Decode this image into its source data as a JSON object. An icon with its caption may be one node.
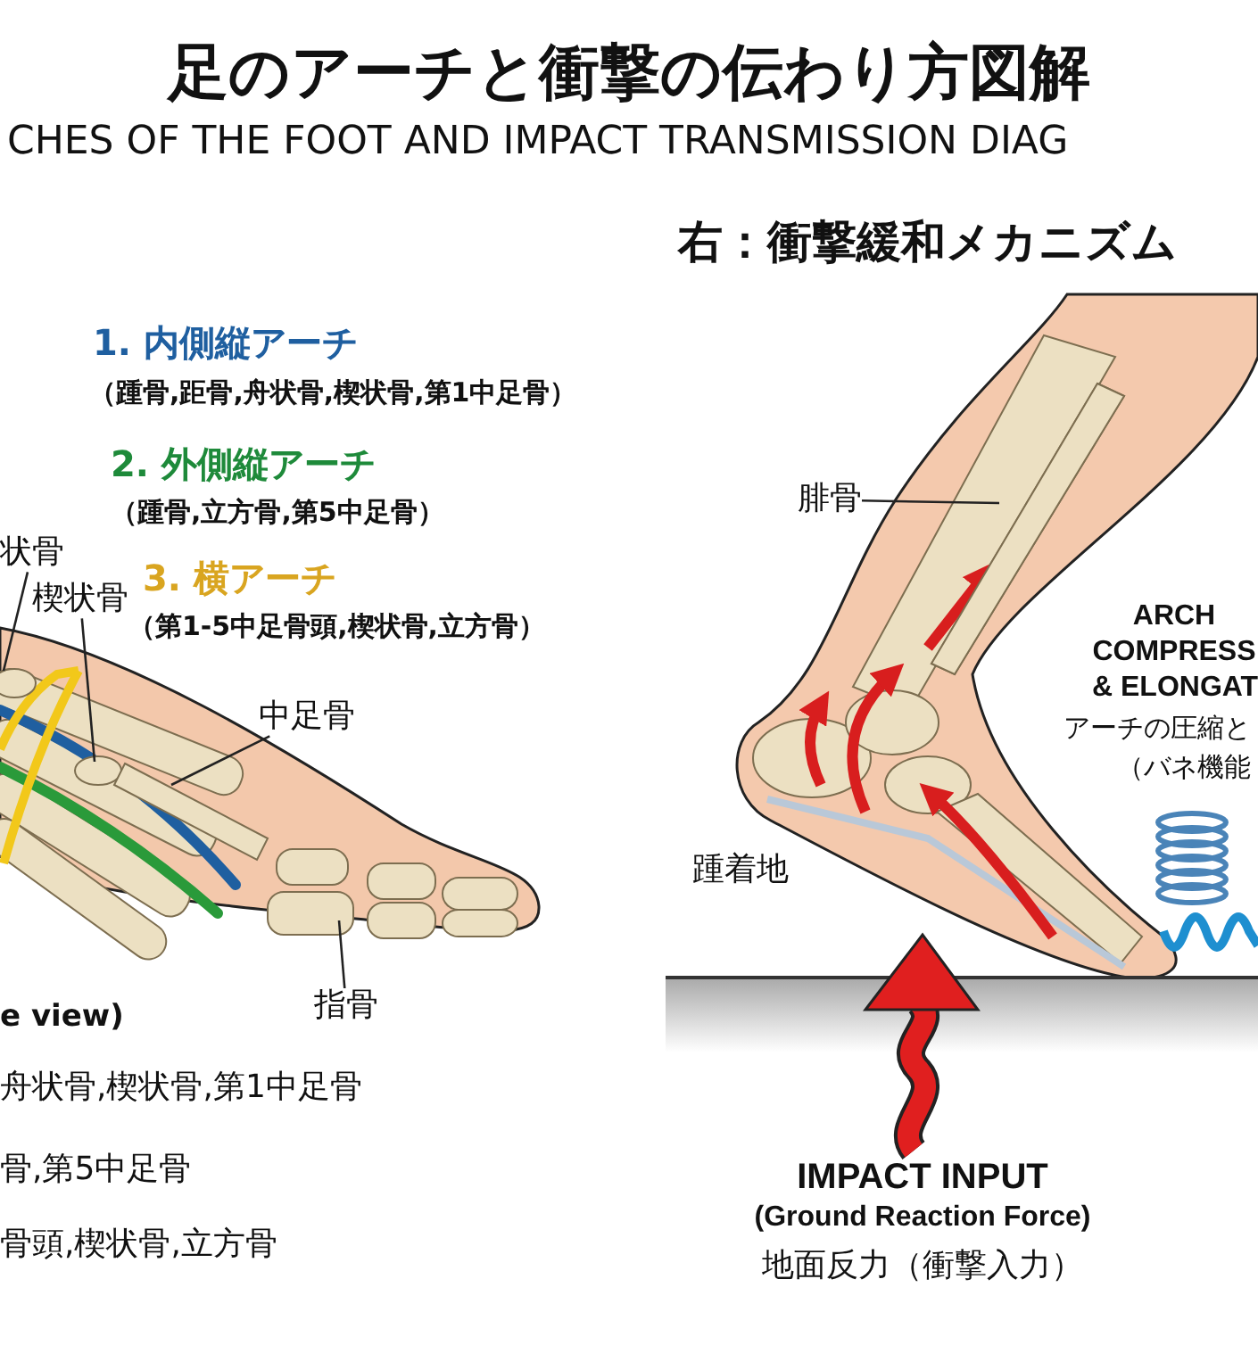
{
  "diagram": {
    "title": "足のアーチと衝撃の伝わり方図解",
    "nodes": [
      {
        "text": [
          "状骨"
        ]
      },
      {
        "text": [
          "楔状骨"
        ]
      },
      {
        "text": [
          "中足骨"
        ]
      },
      {
        "text": [
          "指骨"
        ]
      },
      {
        "text": [
          "腓骨"
        ]
      },
      {
        "text": [],
        "shape": "circle"
      },
      {
        "text": [],
        "shape": "circle"
      },
      {
        "text": [],
        "shape": "picture"
      },
      {
        "text": [],
        "shape": "box"
      },
      {
        "text": [],
        "shape": "picture"
      }
    ],
    "edges": [
      {
        "from": 0,
        "to": 5,
        "arrow": "none"
      },
      {
        "from": 1,
        "to": 6,
        "arrow": "none"
      },
      {
        "from": 2,
        "to": 7,
        "arrow": "none"
      },
      {
        "from": 3,
        "to": 8,
        "arrow": "none"
      },
      {
        "from": 4,
        "to": 9,
        "arrow": "none"
      }
    ],
    "labels": [
      "CHES OF THE FOOT AND IMPACT TRANSMISSION DIAG",
      "右：衝撃緩和メカニズム",
      "1. 内側縦アーチ",
      "（踵骨,距骨,舟状骨,楔状骨,第1中足骨）",
      "2. 外側縦アーチ",
      "（踵骨,立方骨,第5中足骨）",
      "3. 横アーチ",
      "（第1-5中足骨頭,楔状骨,立方骨）",
      "e view)",
      "舟状骨,楔状骨,第1中足骨",
      "骨,第5中足骨",
      "骨頭,楔状骨,立方骨",
      "踵着地",
      "ARCH",
      "COMPRESS",
      "& ELONGAT",
      "アーチの圧縮と",
      "（バネ機能",
      "IMPACT INPUT",
      "(Ground Reaction Force)",
      "地面反力（衝撃入力）"
    ]
  }
}
